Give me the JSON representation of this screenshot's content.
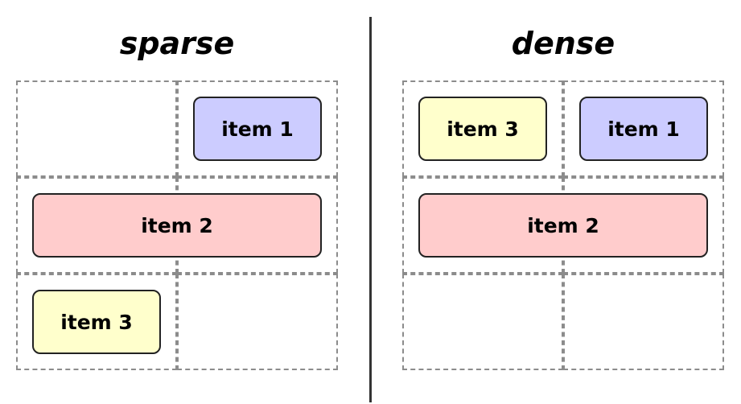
{
  "panels": {
    "sparse": {
      "title": "sparse",
      "items": [
        {
          "label": "item 1",
          "color": "#ccccff"
        },
        {
          "label": "item 2",
          "color": "#ffcccc"
        },
        {
          "label": "item 3",
          "color": "#ffffcc"
        }
      ]
    },
    "dense": {
      "title": "dense",
      "items": [
        {
          "label": "item 3",
          "color": "#ffffcc"
        },
        {
          "label": "item 1",
          "color": "#ccccff"
        },
        {
          "label": "item 2",
          "color": "#ffcccc"
        }
      ]
    }
  },
  "colors": {
    "item1": "#ccccff",
    "item2": "#ffcccc",
    "item3": "#ffffcc",
    "grid_line": "#8c8c8c",
    "divider": "#333333"
  }
}
